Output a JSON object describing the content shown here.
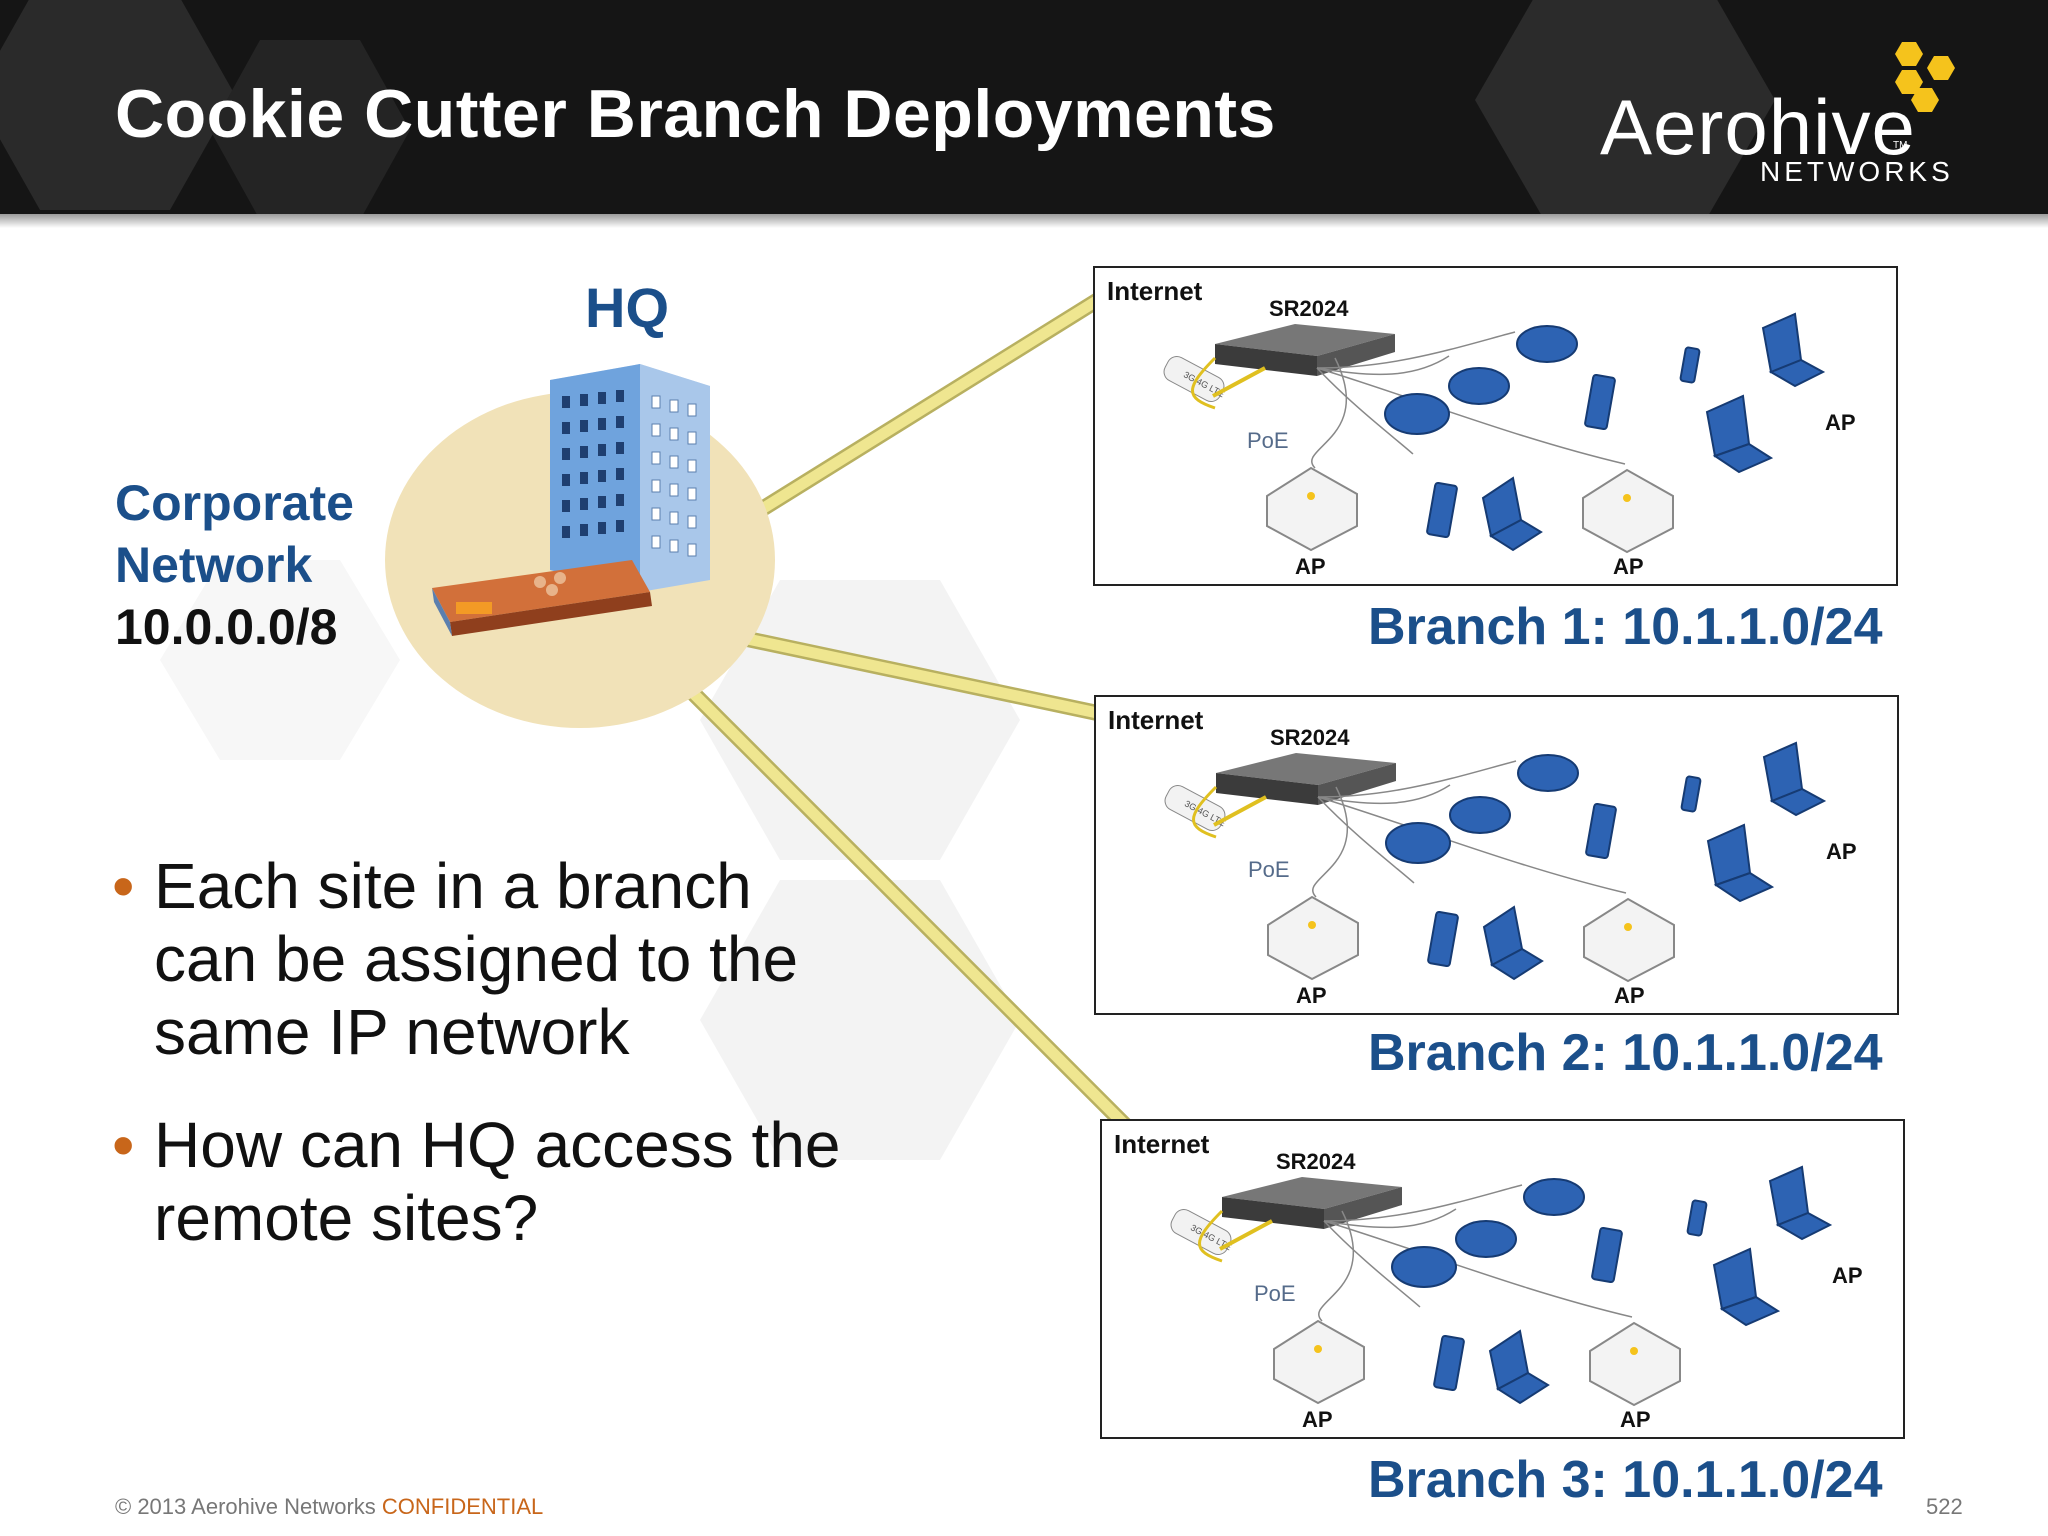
{
  "slide": {
    "title": "Cookie Cutter Branch Deployments",
    "page_number": "522"
  },
  "logo": {
    "word": "Aerohive",
    "tm": "TM",
    "sub": "NETWORKS"
  },
  "hq": {
    "label": "HQ",
    "network_line1": "Corporate",
    "network_line2": "Network",
    "network_addr": "10.0.0.0/8"
  },
  "bullets": [
    "Each site in a branch can be assigned to the same IP network",
    "How can HQ access the remote sites?"
  ],
  "diagram": {
    "internet": "Internet",
    "router": "SR2024",
    "poe": "PoE",
    "ap": "AP",
    "modem": "3G/4G LTE"
  },
  "branches": [
    {
      "label": "Branch 1: 10.1.1.0/24"
    },
    {
      "label": "Branch 2: 10.1.1.0/24"
    },
    {
      "label": "Branch 3: 10.1.1.0/24"
    }
  ],
  "footer": {
    "copyright": "© 2013 Aerohive Networks ",
    "confidential": "CONFIDENTIAL"
  },
  "colors": {
    "header_bg": "#151515",
    "title_text": "#ffffff",
    "accent_blue": "#1b4f8a",
    "bullet_orange": "#c8661a",
    "logo_yellow": "#f5c31c",
    "link_yellow": "#ece38a",
    "hq_halo": "#f1e2b8"
  }
}
